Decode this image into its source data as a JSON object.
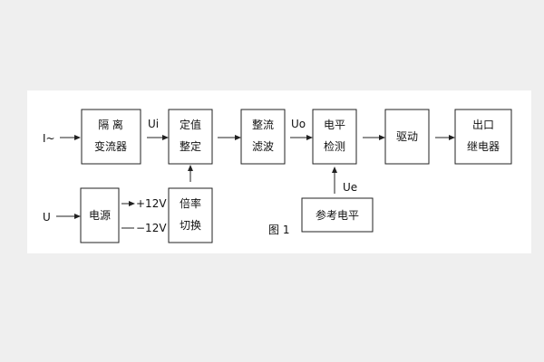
{
  "inputs": {
    "current": "I~",
    "voltage": "U"
  },
  "blocks": {
    "isolation": [
      "隔  离",
      "变流器"
    ],
    "setting": [
      "定值",
      "整定"
    ],
    "rectifier": [
      "整流",
      "滤波"
    ],
    "detect": [
      "电平",
      "检测"
    ],
    "drive": "驱动",
    "output": [
      "出口",
      "继电器"
    ],
    "power": "电源",
    "switch": [
      "倍率",
      "切换"
    ],
    "reference": "参考电平"
  },
  "signals": {
    "ui": "Ui",
    "uo": "Uo",
    "ue": "Ue",
    "plus12": "+12V",
    "minus12": "−12V"
  },
  "caption": "图 1"
}
